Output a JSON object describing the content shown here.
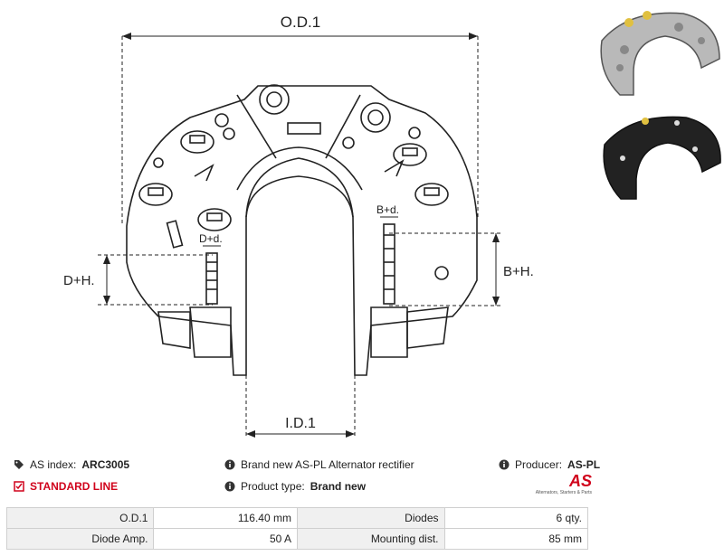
{
  "drawing": {
    "od_label": "O.D.1",
    "id_label": "I.D.1",
    "dh_label": "D+H.",
    "bh_label": "B+H.",
    "dd_label": "D+d.",
    "bd_label": "B+d."
  },
  "info": {
    "as_index_label": "AS index:",
    "as_index_value": "ARC3005",
    "line_label": "STANDARD LINE",
    "description": "Brand new AS-PL Alternator rectifier",
    "product_type_label": "Product type:",
    "product_type_value": "Brand new",
    "producer_label": "Producer:",
    "producer_value": "AS-PL",
    "logo_text": "AS",
    "logo_tagline": "Alternators, Starters & Parts"
  },
  "specs": [
    {
      "label1": "O.D.1",
      "value1": "116.40 mm",
      "label2": "Diodes",
      "value2": "6 qty."
    },
    {
      "label1": "Diode Amp.",
      "value1": "50 A",
      "label2": "Mounting dist.",
      "value2": "85 mm"
    }
  ],
  "colors": {
    "accent": "#d0021b"
  }
}
